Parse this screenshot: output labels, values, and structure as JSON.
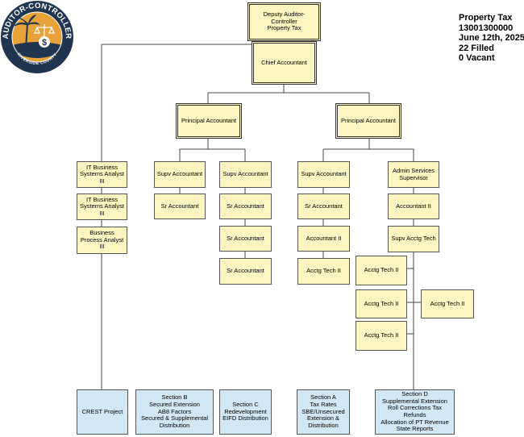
{
  "logo": {
    "text_top": "AUDITOR-CONTROLLER",
    "text_bottom": "RIVERSIDE COUNTY",
    "colors": {
      "ring": "#1f3550",
      "sky": "#e8a23a",
      "text": "#ffffff"
    }
  },
  "info": {
    "department": "Property Tax",
    "code": "13001300000",
    "date": "June 12th, 2025",
    "filled": "22 Filled",
    "vacant": "0 Vacant"
  },
  "colors": {
    "position_fill": "#fdf6c3",
    "section_fill": "#d3e8f6",
    "line": "#444444"
  },
  "positions": {
    "deputy": "Deputy Auditor-\nController\nProperty Tax",
    "chief": "Chief Accountant",
    "principal_left": "Principal Accountant",
    "principal_right": "Principal Accountant",
    "it_analyst_1": "IT Business\nSystems Analyst\nIII",
    "it_analyst_2": "IT Business\nSystems Analyst\nIII",
    "bpa": "Business\nProcess Analyst\nIII",
    "supv_b": "Supv Accountant",
    "sr_b": "Sr Accountant",
    "supv_c": "Supv Accountant",
    "sr_c1": "Sr Accountant",
    "sr_c2": "Sr Accountant",
    "sr_c3": "Sr Accountant",
    "supv_a": "Supv Accountant",
    "sr_a": "Sr Accountant",
    "acct_a": "Accountant II",
    "tech_a": "Acctg Tech II",
    "admin": "Admin Services\nSupervisor",
    "acct_d": "Accountant II",
    "supv_tech": "Supv Acctg Tech",
    "tech_d1": "Acctg Tech II",
    "tech_d2": "Acctg Tech II",
    "tech_d3": "Acctg Tech II",
    "tech_d4": "Acctg Tech II"
  },
  "sections": {
    "crest": "CREST Project",
    "b": "Section B\nSecured Extension\nAB8 Factors\nSecured & Supplemental\nDistribution",
    "c": "Section C\nRedevelopment\nEIFD Distribution",
    "a": "Section A\nTax Rates\nSBE/Unsecured\nExtension &\nDistribution",
    "d": "Section D\nSupplemental Extension\nRoll Corrections Tax\nRefunds\nAllocation of PT Revenue\nState Reports"
  }
}
